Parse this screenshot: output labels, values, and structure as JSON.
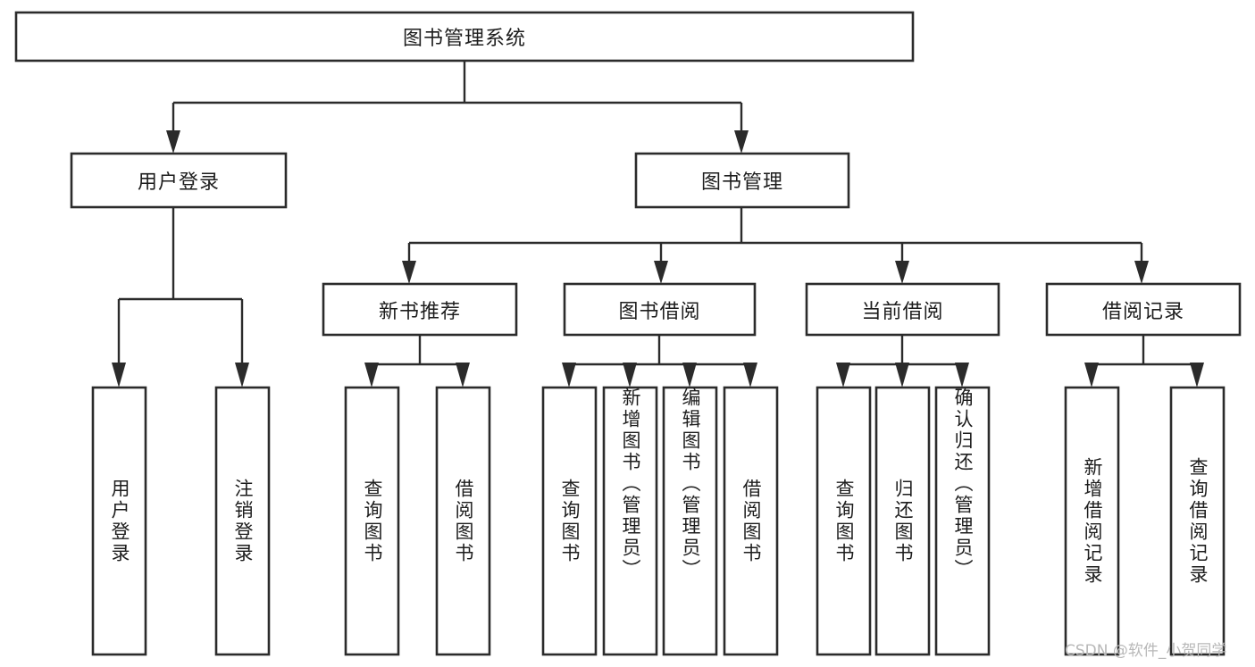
{
  "diagram": {
    "title": "图书管理系统",
    "type": "hierarchy-tree",
    "root": {
      "label": "图书管理系统"
    },
    "level2": [
      {
        "label": "用户登录"
      },
      {
        "label": "图书管理"
      }
    ],
    "level3": [
      {
        "label": "新书推荐"
      },
      {
        "label": "图书借阅"
      },
      {
        "label": "当前借阅"
      },
      {
        "label": "借阅记录"
      }
    ],
    "leaves": {
      "user_login": [
        {
          "label": "用户登录"
        },
        {
          "label": "注销登录"
        }
      ],
      "new_book_recommend": [
        {
          "label": "查询图书"
        },
        {
          "label": "借阅图书"
        }
      ],
      "book_borrow": [
        {
          "label": "查询图书"
        },
        {
          "label": "新增图书（管理员）"
        },
        {
          "label": "编辑图书（管理员）"
        },
        {
          "label": "借阅图书"
        }
      ],
      "current_borrow": [
        {
          "label": "查询图书"
        },
        {
          "label": "归还图书"
        },
        {
          "label": "确认归还（管理员）"
        }
      ],
      "borrow_record": [
        {
          "label": "新增借阅记录"
        },
        {
          "label": "查询借阅记录"
        }
      ]
    }
  },
  "watermark": {
    "text": "CSDN @软件_小贺同学"
  },
  "colors": {
    "background": "#ffffff",
    "stroke": "#2b2b2b",
    "text": "#1d1d1d",
    "watermark": "#b8b8b8"
  }
}
